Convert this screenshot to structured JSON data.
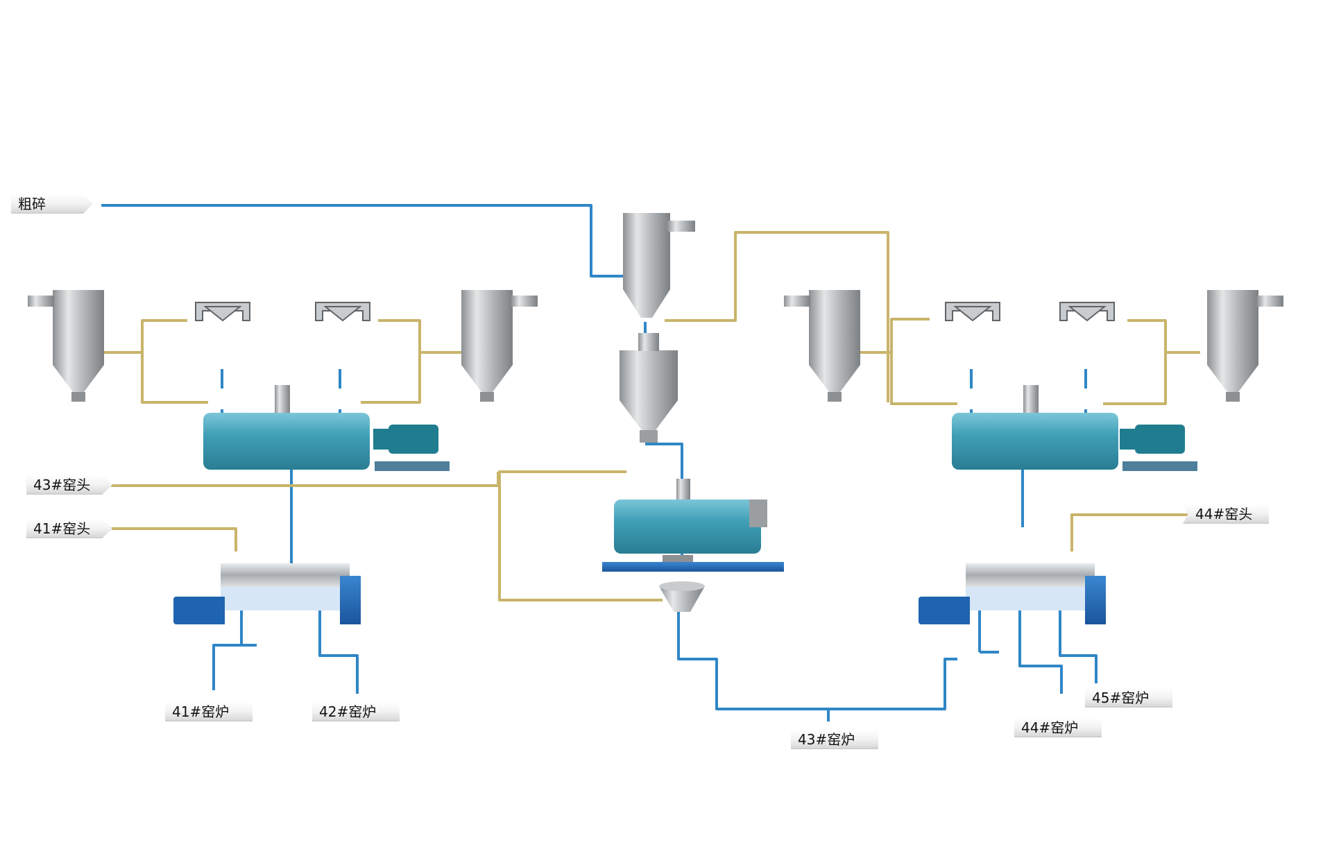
{
  "labels": {
    "crush": "粗碎",
    "kiln_head_43": "43#窑头",
    "kiln_head_41": "41#窑头",
    "kiln_head_44": "44#窑头",
    "furnace_41": "41#窑炉",
    "furnace_42": "42#窑炉",
    "furnace_43": "43#窑炉",
    "furnace_44": "44#窑炉",
    "furnace_45": "45#窑炉"
  },
  "colors": {
    "blue_pipe": "#2f86c7",
    "gold_pipe": "#c8b46a",
    "steel": "#b9bcbf",
    "teal_body": "#3d9eb5",
    "motor_teal": "#1f7d8f",
    "frame_blue": "#1f64b0"
  }
}
